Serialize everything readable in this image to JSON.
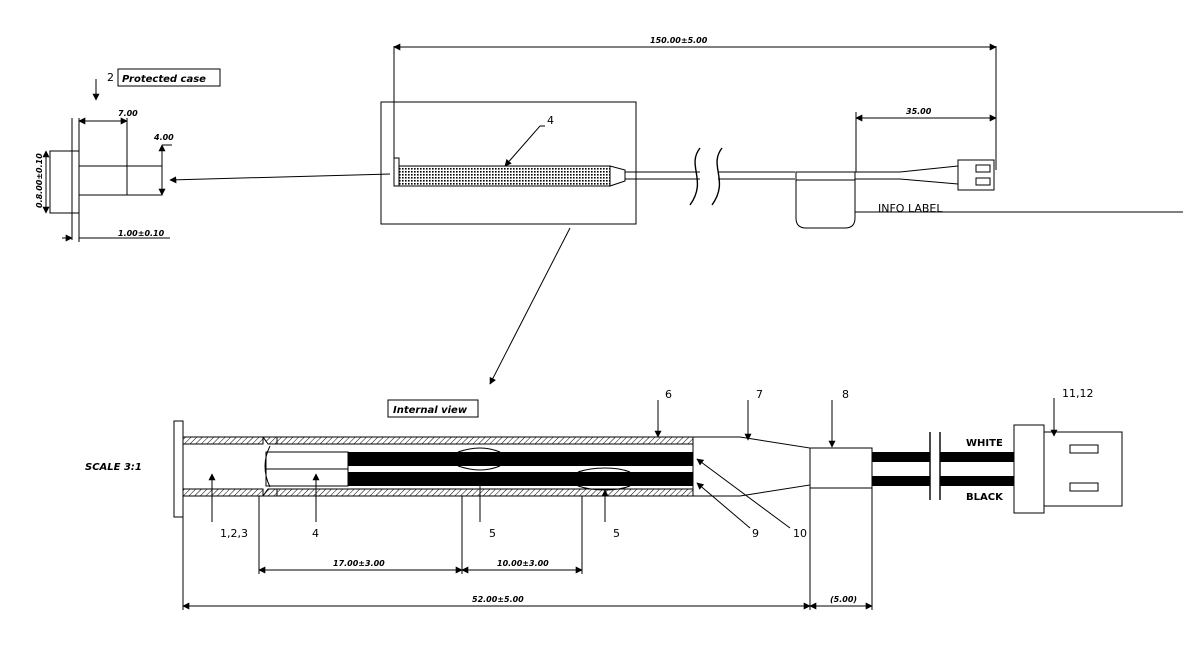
{
  "labels": {
    "protected_case_num": "2",
    "protected_case": "Protected case",
    "internal_view": "Internal view",
    "info_label": "INFO LABEL",
    "scale": "SCALE 3:1",
    "white": "WHITE",
    "black": "BLACK"
  },
  "dimensions": {
    "overall_length": "150.00±5.00",
    "connector_lead": "35.00",
    "case_length": "7.00",
    "case_step": "4.00",
    "case_diameter": "0.8.00±0.10",
    "case_flange": "1.00±0.10",
    "section_a": "17.00±3.00",
    "section_b": "10.00±3.00",
    "body_length": "52.00±5.00",
    "ref_length": "(5.00)"
  },
  "part_numbers": {
    "p4_top": "4",
    "p1_2_3": "1,2,3",
    "p4": "4",
    "p5a": "5",
    "p5b": "5",
    "p6": "6",
    "p7": "7",
    "p8": "8",
    "p9": "9",
    "p10": "10",
    "p11_12": "11,12"
  }
}
